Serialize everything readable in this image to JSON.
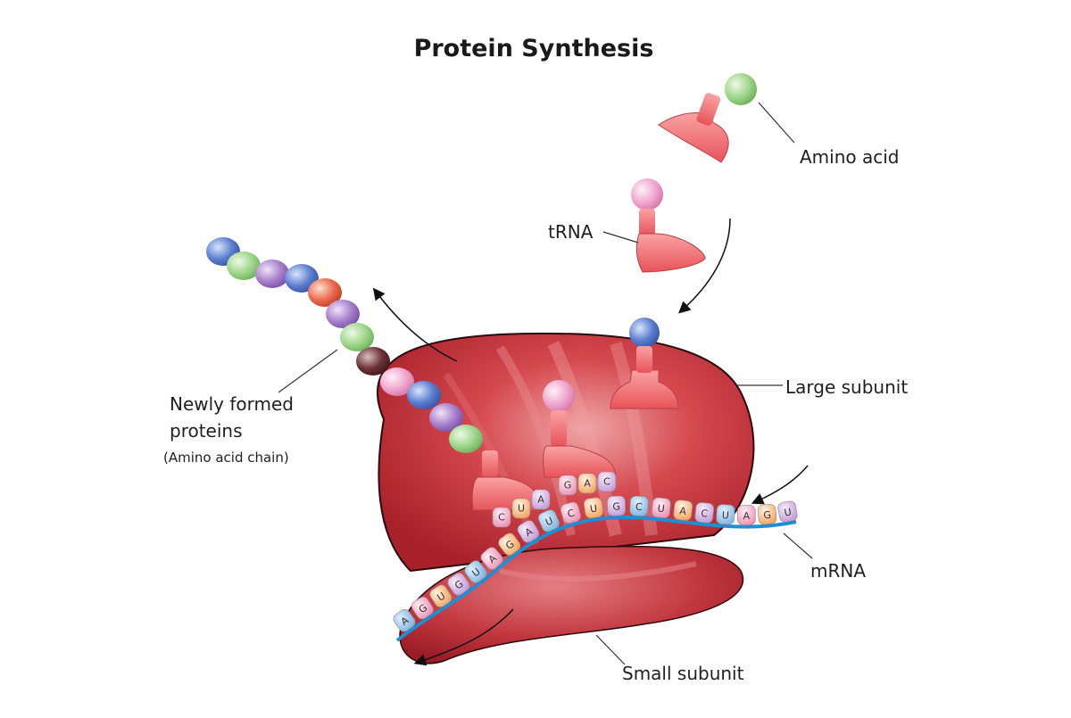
{
  "title": "Protein Synthesis",
  "labels": {
    "amino_acid": "Amino acid",
    "trna": "tRNA",
    "large_subunit": "Large subunit",
    "newly_formed_line1": "Newly formed",
    "newly_formed_line2": "proteins",
    "amino_acid_chain": "(Amino acid chain)",
    "mrna": "mRNA",
    "small_subunit": "Small subunit"
  },
  "mrna_bases": [
    "A",
    "G",
    "U",
    "G",
    "U",
    "A",
    "G",
    "A",
    "U",
    "C",
    "U",
    "G",
    "C",
    "U",
    "A",
    "C",
    "U",
    "A",
    "G",
    "U"
  ],
  "anticodons": {
    "left": [
      "C",
      "U",
      "A"
    ],
    "right": [
      "G",
      "A",
      "C"
    ]
  },
  "colors": {
    "ribosome": "#c8333b",
    "ribosome_light": "#e7868a",
    "trna": "#f07677",
    "mrna": "#1f8fd4"
  },
  "chain_beads": [
    "blue",
    "green",
    "purple",
    "blue",
    "red",
    "purple",
    "green",
    "maroon",
    "pink",
    "blue",
    "purple",
    "green"
  ]
}
